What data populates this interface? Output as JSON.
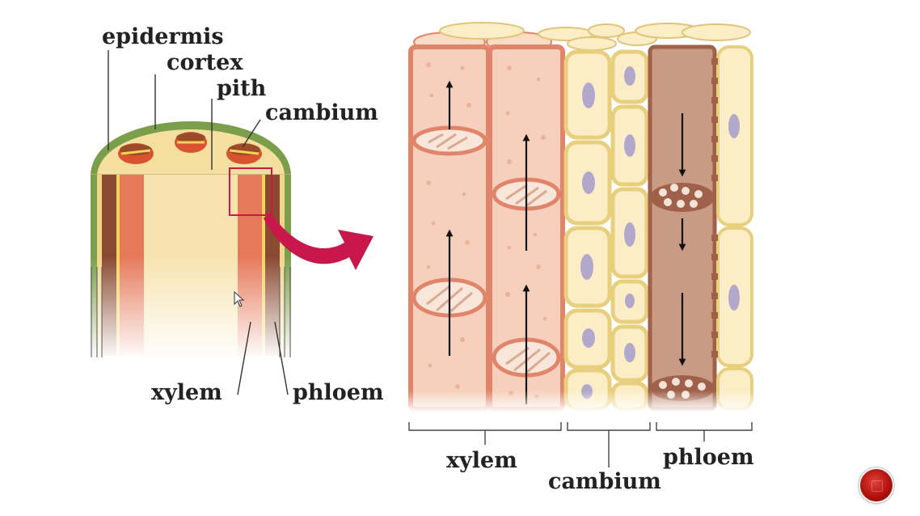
{
  "labels": {
    "epidermis": "epidermis",
    "cortex": "cortex",
    "pith": "pith",
    "cambium_left": "cambium",
    "xylem_left": "xylem",
    "phloem_left": "phloem",
    "xylem_right": "xylem",
    "cambium_right": "cambium",
    "phloem_right": "phloem"
  },
  "colors": {
    "epidermis": "#7a9e4a",
    "cortex": "#f6e2a8",
    "pith": "#f8e3b0",
    "xylem": "#e6795a",
    "phloem": "#8a4a32",
    "cambium": "#f2dd93",
    "highlight_arrow": "#c8174a",
    "xylem_cell": "#f6d0bc",
    "xylem_wall": "#e0856a",
    "cambium_cell": "#fbeec6",
    "cambium_wall": "#e8cf7e",
    "phloem_cell": "#c99a84",
    "phloem_wall": "#a0614a",
    "nucleus": "#b2a8cc"
  },
  "controls": {
    "nav_button_icon": "slide-nav-icon"
  }
}
